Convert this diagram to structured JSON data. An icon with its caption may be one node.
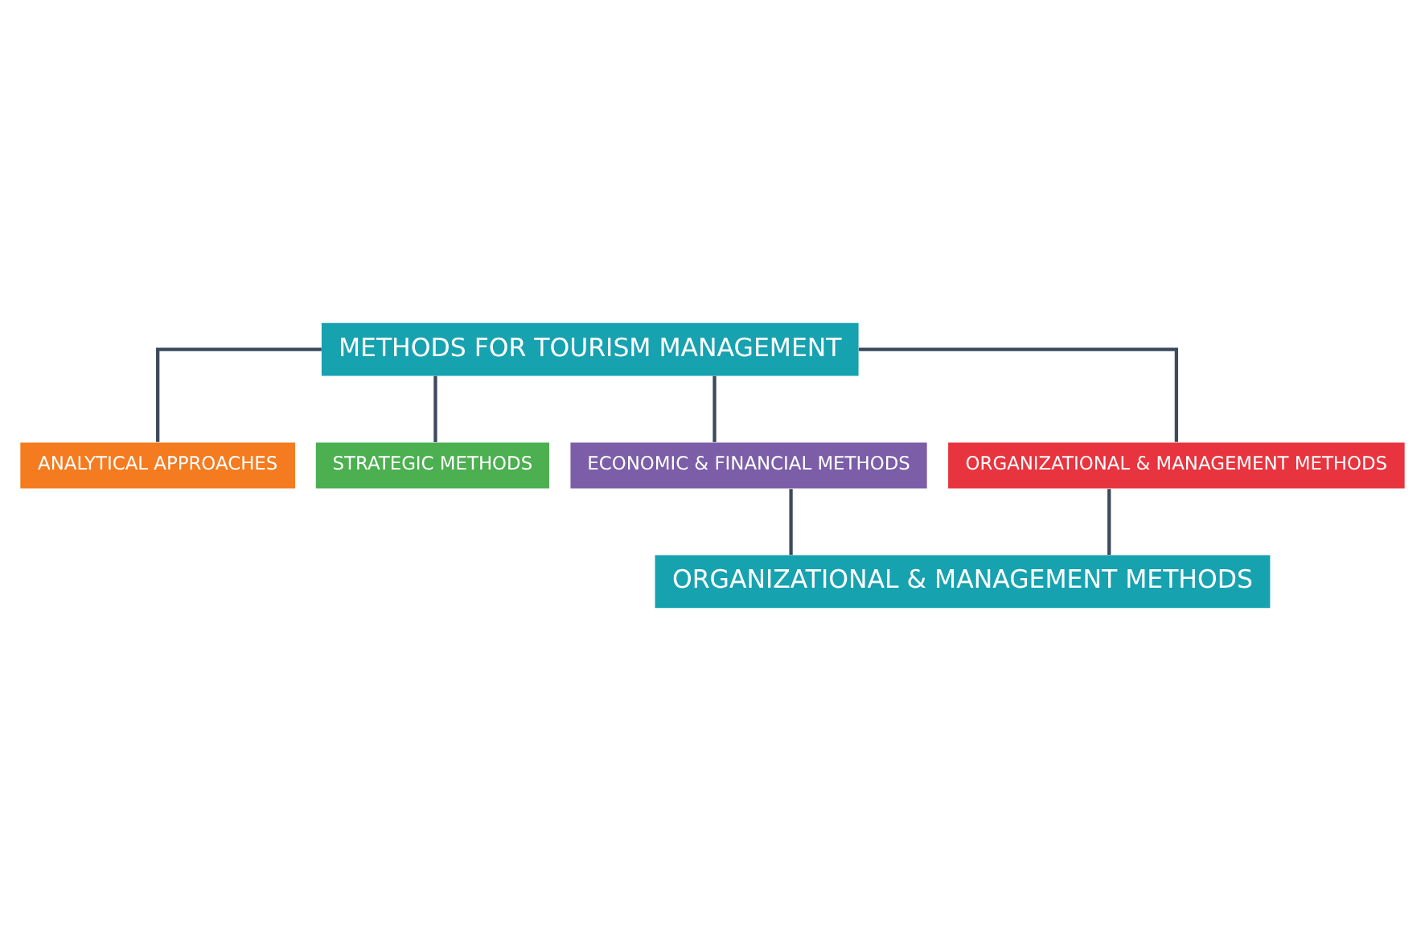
{
  "diagram": {
    "nodes": [
      {
        "text": [
          "METHODS FOR TOURISM MANAGEMENT"
        ]
      },
      {
        "text": [
          "ANALYTICAL APPROACHES"
        ]
      },
      {
        "text": [
          "STRATEGIC METHODS"
        ]
      },
      {
        "text": [
          "ECONOMIC & FINANCIAL METHODS"
        ]
      },
      {
        "text": [
          "ORGANIZATIONAL & MANAGEMENT METHODS"
        ]
      },
      {
        "text": [
          "ORGANIZATIONAL & MANAGEMENT METHODS"
        ]
      }
    ],
    "edges": [
      {
        "from": 0,
        "to": 1,
        "arrow": "none"
      },
      {
        "from": 0,
        "to": 2,
        "arrow": "none"
      },
      {
        "from": 0,
        "to": 3,
        "arrow": "none"
      },
      {
        "from": 0,
        "to": 4,
        "arrow": "none"
      },
      {
        "from": 3,
        "to": 5,
        "arrow": "none"
      },
      {
        "from": 4,
        "to": 5,
        "arrow": "none"
      }
    ]
  }
}
